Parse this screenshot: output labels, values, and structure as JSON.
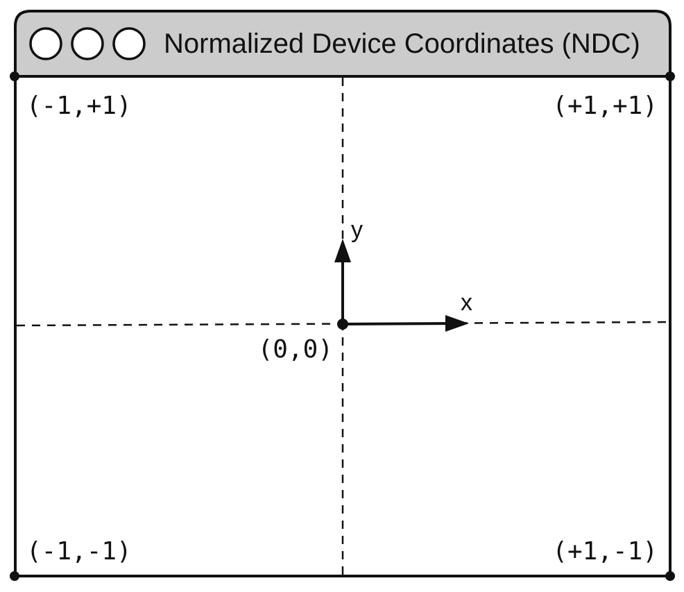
{
  "window": {
    "title": "Normalized Device Coordinates (NDC)",
    "title_bar_color": "#cccccc",
    "border_color": "#111111",
    "controls": [
      "window-button",
      "window-button",
      "window-button"
    ]
  },
  "diagram": {
    "corner_labels": {
      "top_left": "(-1,+1)",
      "top_right": "(+1,+1)",
      "bottom_left": "(-1,-1)",
      "bottom_right": "(+1,-1)"
    },
    "origin_label": "(0,0)",
    "x_axis_label": "x",
    "y_axis_label": "y",
    "center_lines": "dashed"
  }
}
